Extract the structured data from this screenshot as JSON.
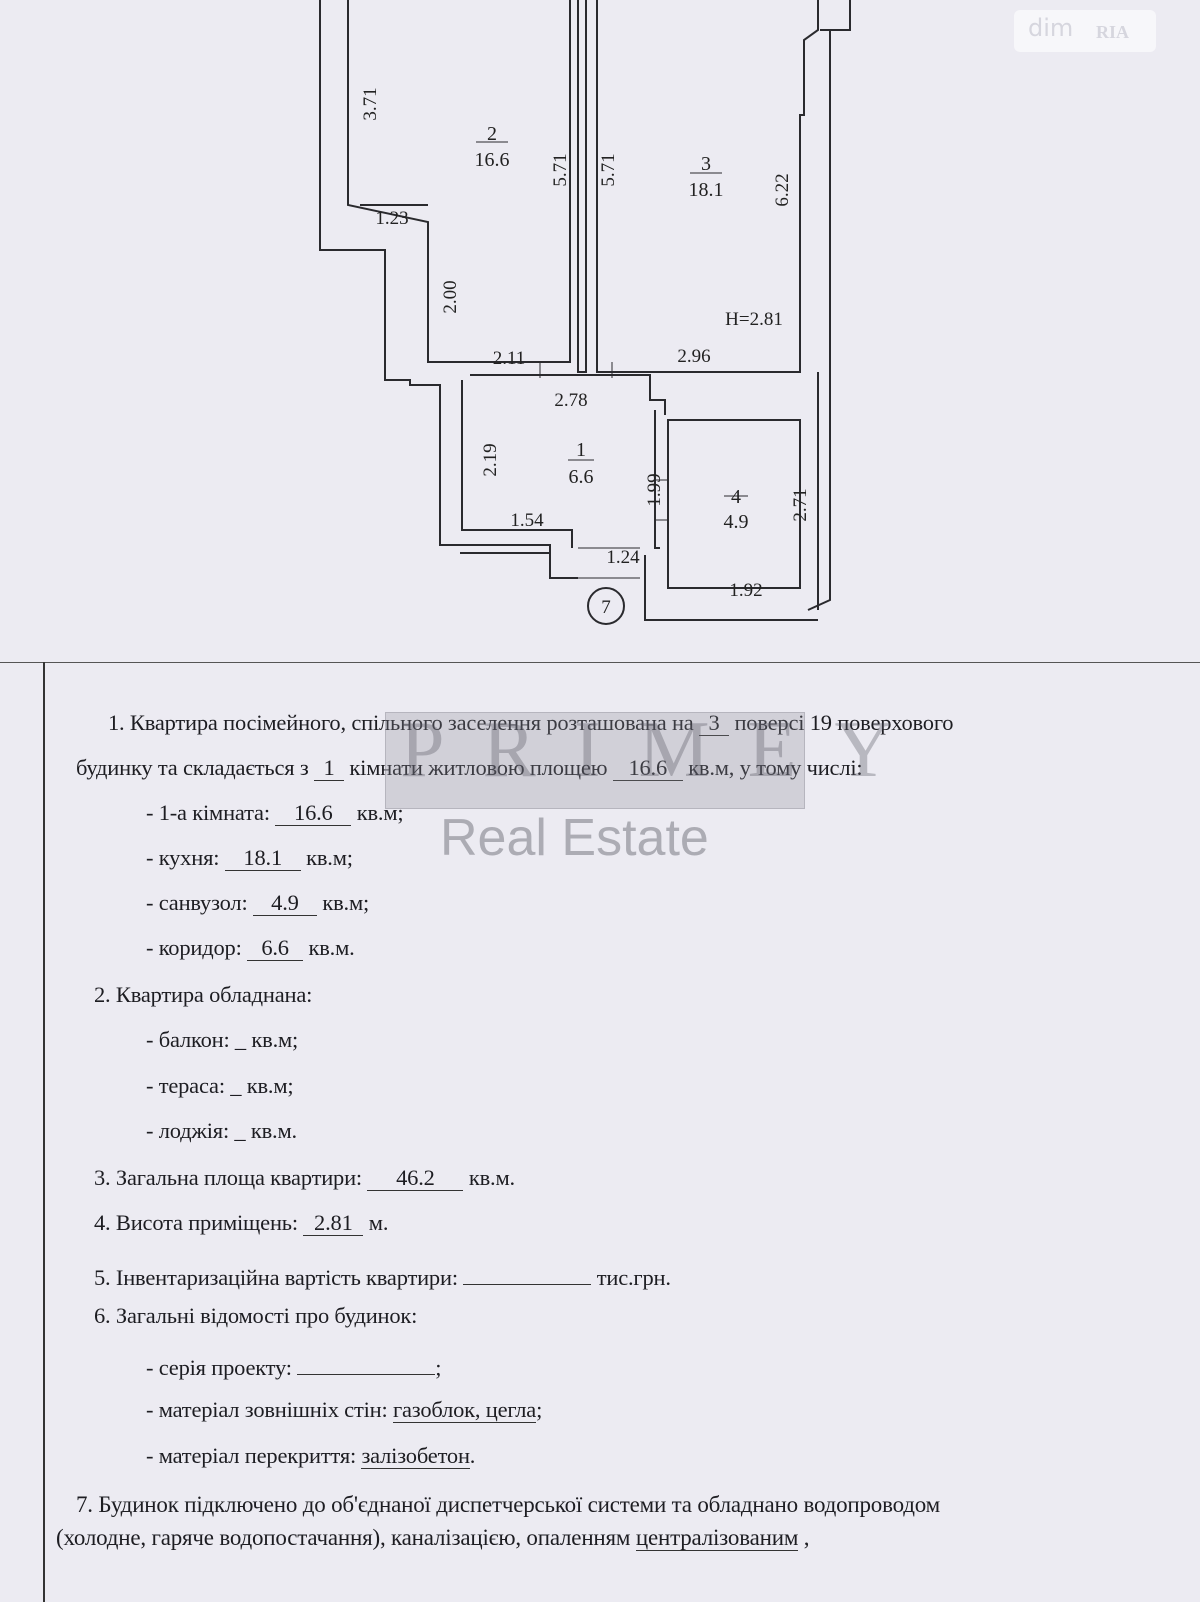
{
  "logo": {
    "dim": "dim",
    "ria": "RIA"
  },
  "watermark": {
    "letters": "PRIMEY",
    "text": "Real Estate"
  },
  "plan": {
    "rooms": [
      {
        "num": "1",
        "area": "6.6"
      },
      {
        "num": "2",
        "area": "16.6"
      },
      {
        "num": "3",
        "area": "18.1"
      },
      {
        "num": "4",
        "area": "4.9"
      }
    ],
    "dims": {
      "d371": "3.71",
      "d571a": "5.71",
      "d571b": "5.71",
      "d622": "6.22",
      "d123": "1.23",
      "d200": "2.00",
      "d211": "2.11",
      "d296": "2.96",
      "d278": "2.78",
      "d219": "2.19",
      "d154": "1.54",
      "d199": "1.99",
      "d124": "1.24",
      "d271": "2.71",
      "d192": "1.92"
    },
    "height": "H=2.81",
    "entrance": "7"
  },
  "doc": {
    "l1a": "1. Квартира посімейного, спільного заселення розташована на",
    "floor": "3",
    "l1b": "поверсі  19 поверхового",
    "l2a": "будинку та складається з",
    "rooms_count": "1",
    "l2b": "кімнати житловою площею",
    "living_area": "16.6",
    "l2c": "кв.м, у тому числі:",
    "room1_label": "- 1-а кімната:",
    "room1_val": "16.6",
    "room1_unit": "кв.м;",
    "kitchen_label": "- кухня:",
    "kitchen_val": "18.1",
    "kitchen_unit": "кв.м;",
    "bath_label": "- санвузол:",
    "bath_val": "4.9",
    "bath_unit": "кв.м;",
    "corr_label": "- коридор:",
    "corr_val": "6.6",
    "corr_unit": "кв.м.",
    "l2": "2. Квартира обладнана:",
    "balcony": "- балкон: _ кв.м;",
    "terrace": "- тераса: _ кв.м;",
    "loggia": "- лоджія: _ кв.м.",
    "l3a": "3. Загальна  площа квартири:",
    "total_area": "46.2",
    "l3b": "кв.м.",
    "l4a": "4. Висота приміщень:",
    "ceiling": "2.81",
    "l4b": "м.",
    "l5a": "5. Інвентаризаційна вартість квартири:",
    "l5b": "тис.грн.",
    "l6": "6. Загальні відомості про будинок:",
    "series_label": "- серія проекту:",
    "series_end": ";",
    "walls_label": "- матеріал зовнішніх стін:",
    "walls_val": "газоблок, цегла",
    "walls_end": ";",
    "floors_label": "- матеріал перекриття:",
    "floors_val": "залізобетон",
    "floors_end": ".",
    "l7a": "7. Будинок підключено до об'єднаної диспетчерської системи та обладнано водопроводом",
    "l7b": "(холодне, гаряче водопостачання), каналізацією, опаленням",
    "heating": "централізованим",
    "l7end": ","
  }
}
